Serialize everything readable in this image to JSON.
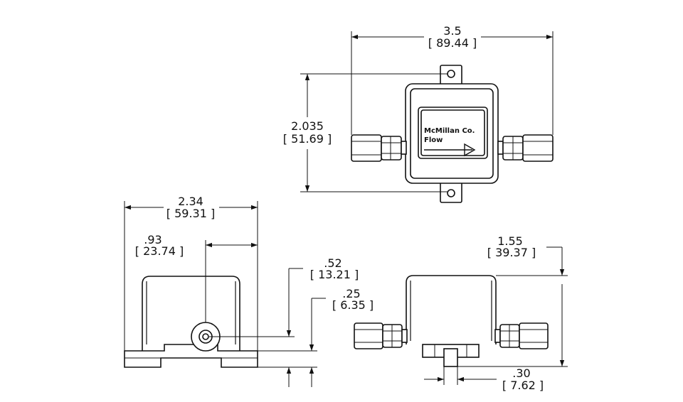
{
  "label_plate": {
    "company": "McMillan Co.",
    "word": "Flow"
  },
  "dimensions": {
    "top_width": {
      "in": "3.5",
      "mm": "[ 89.44 ]"
    },
    "top_height": {
      "in": "2.035",
      "mm": "[ 51.69 ]"
    },
    "side_width": {
      "in": "2.34",
      "mm": "[ 59.31 ]"
    },
    "side_port": {
      "in": ".93",
      "mm": "[ 23.74 ]"
    },
    "port_height": {
      "in": ".52",
      "mm": "[ 13.21 ]"
    },
    "base_height": {
      "in": ".25",
      "mm": "[ 6.35 ]"
    },
    "front_height": {
      "in": "1.55",
      "mm": "[ 39.37 ]"
    },
    "tab_width": {
      "in": ".30",
      "mm": "[ 7.62 ]"
    }
  }
}
